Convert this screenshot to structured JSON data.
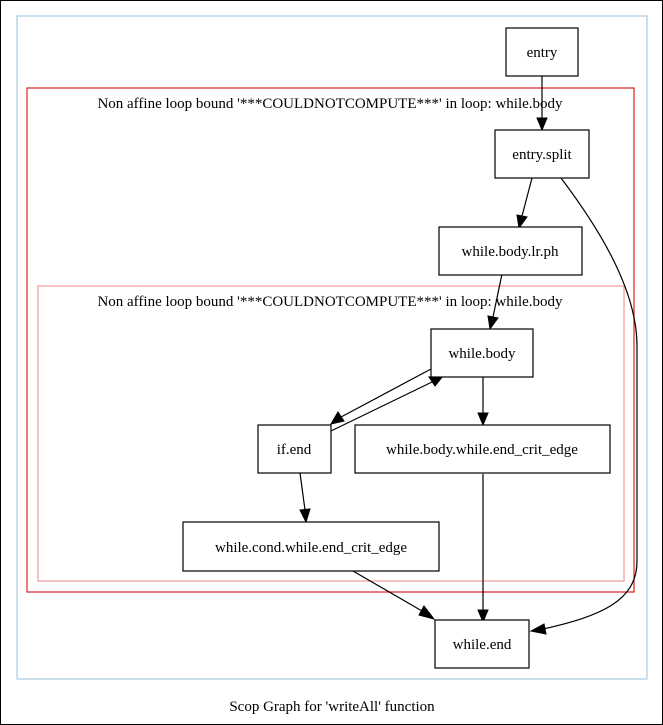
{
  "graph": {
    "caption": "Scop Graph for 'writeAll' function",
    "outer_region_label": "Non affine loop bound '***COULDNOTCOMPUTE***' in loop: while.body",
    "inner_region_label": "Non affine loop bound '***COULDNOTCOMPUTE***' in loop: while.body",
    "nodes": {
      "entry": "entry",
      "entry_split": "entry.split",
      "lr_ph": "while.body.lr.ph",
      "while_body": "while.body",
      "if_end": "if.end",
      "body_crit": "while.body.while.end_crit_edge",
      "cond_crit": "while.cond.while.end_crit_edge",
      "while_end": "while.end"
    },
    "colors": {
      "outer_cluster": "#a8cce0",
      "region_outer": "#e02020",
      "region_inner": "#f09a9a"
    }
  }
}
